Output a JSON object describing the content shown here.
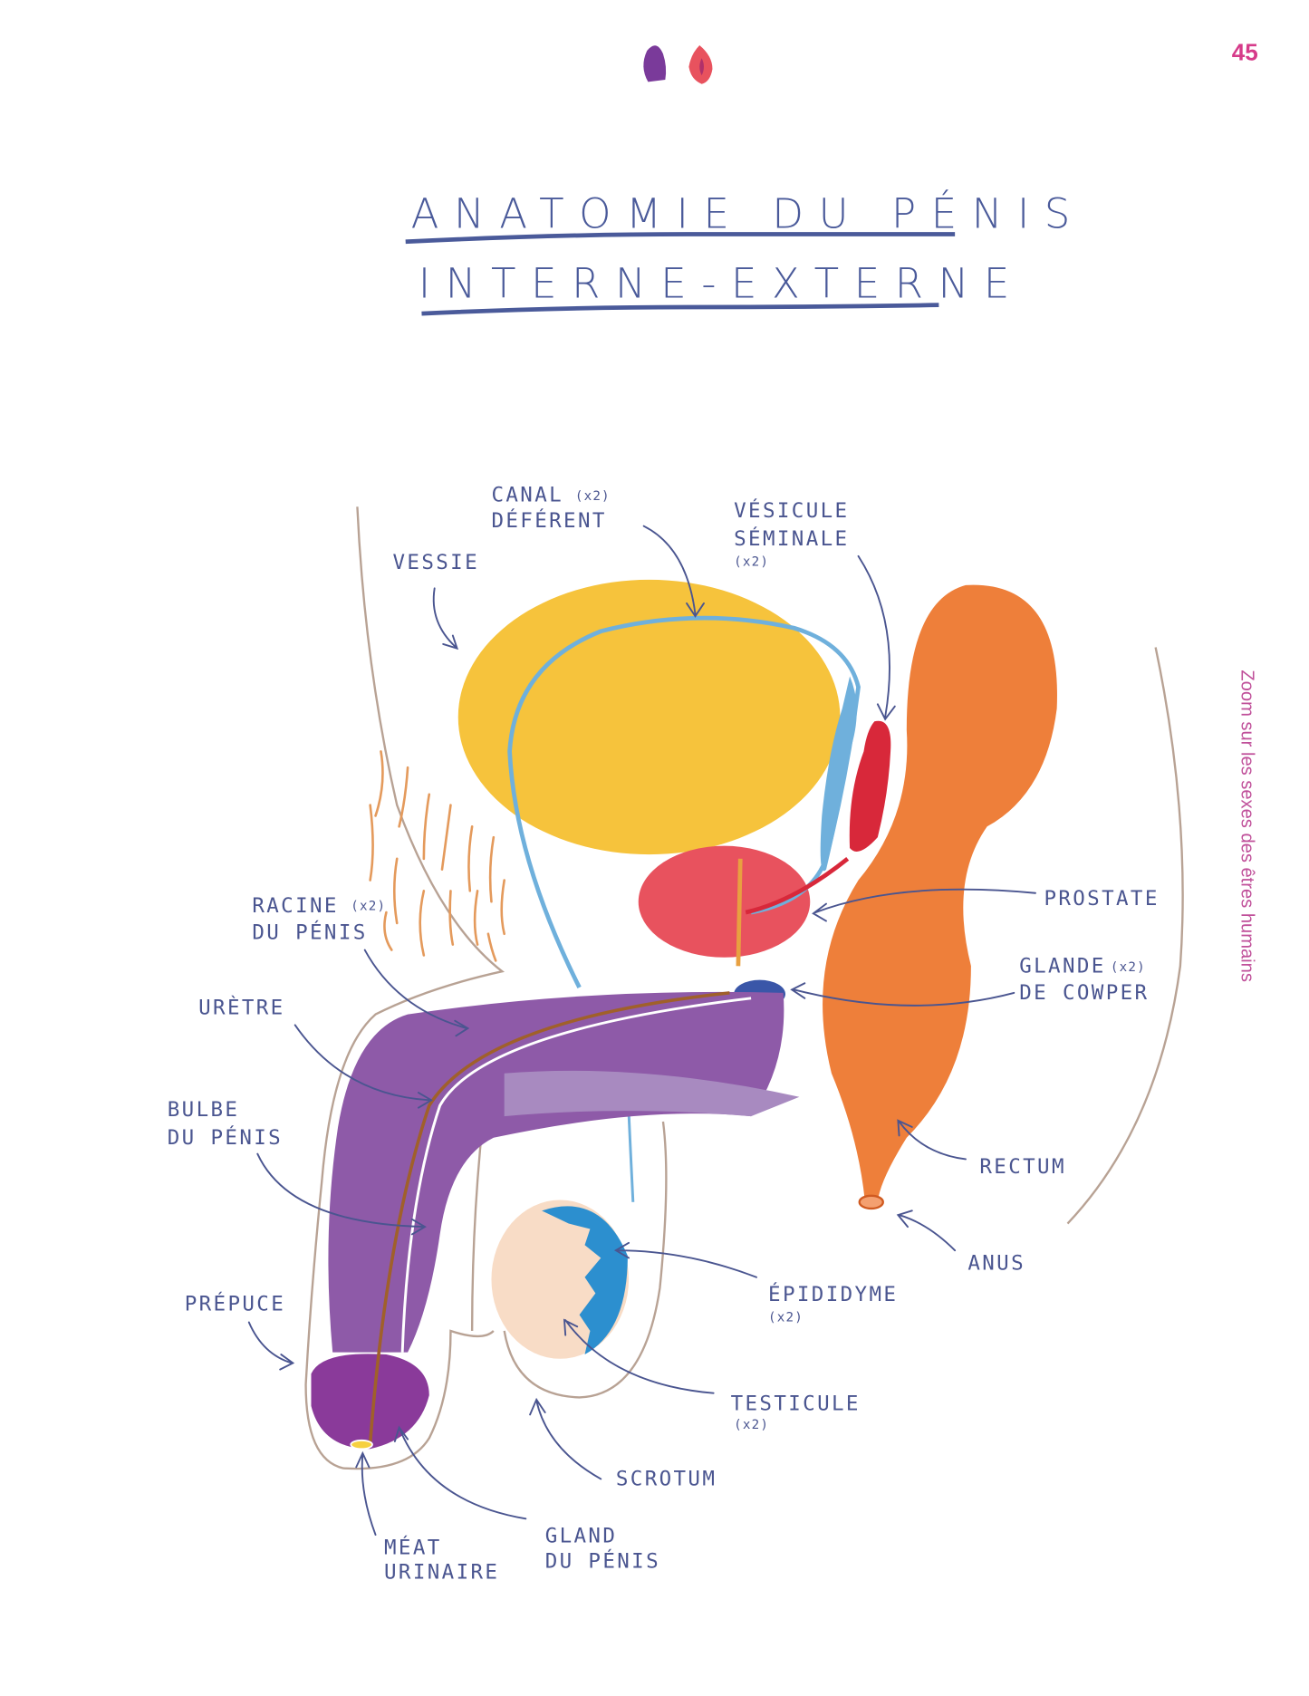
{
  "page": {
    "number": "45",
    "side_title": "Zoom sur les sexes des êtres humains",
    "accent": "#d63b8a"
  },
  "title": {
    "line1": "ANATOMIE DU PÉNIS",
    "line2": "INTERNE-EXTERNE",
    "color": "#4a5a9a"
  },
  "labels": {
    "canal_deferent": {
      "l1": "CANAL",
      "l2": "DÉFÉRENT",
      "count": "(x2)"
    },
    "vesicule_seminale": {
      "l1": "VÉSICULE",
      "l2": "SÉMINALE",
      "count": "(x2)"
    },
    "vessie": "VESSIE",
    "prostate": "PROSTATE",
    "racine": {
      "l1": "RACINE",
      "l2": "DU PÉNIS",
      "count": "(x2)"
    },
    "glande_cowper": {
      "l1": "GLANDE",
      "l2": "DE COWPER",
      "count": "(x2)"
    },
    "uretre": "URÈTRE",
    "bulbe": {
      "l1": "BULBE",
      "l2": "DU PÉNIS"
    },
    "rectum": "RECTUM",
    "anus": "ANUS",
    "epididyme": {
      "l1": "ÉPIDIDYME",
      "count": "(x2)"
    },
    "prepuce": "PRÉPUCE",
    "testicule": {
      "l1": "TESTICULE",
      "count": "(x2)"
    },
    "scrotum": "SCROTUM",
    "meat": {
      "l1": "MÉAT",
      "l2": "URINAIRE"
    },
    "gland": {
      "l1": "GLAND",
      "l2": "DU PÉNIS"
    }
  },
  "colors": {
    "bladder": "#f6c33c",
    "prostate": "#e8525e",
    "rectum": "#ee7f3a",
    "penis": "#8e5aa8",
    "vesicle": "#d8283a",
    "duct": "#6fb0dc",
    "testicle": "#f8dcc6",
    "epididymis": "#2c8fcf"
  }
}
